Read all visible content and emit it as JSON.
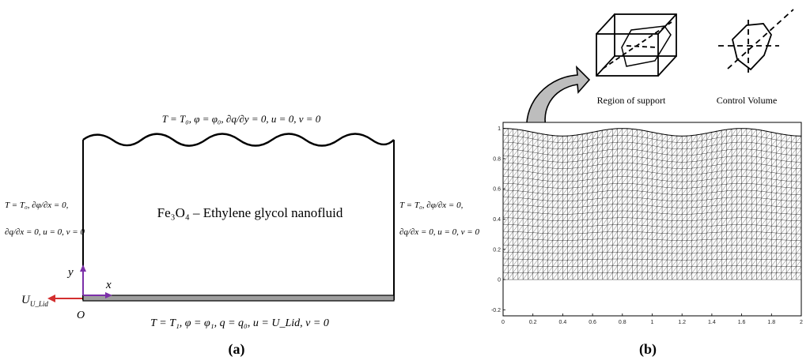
{
  "panel_a": {
    "top_bc": "T = T₀, φ = φ₀, ∂q/∂y = 0, u = 0, v = 0",
    "left_bc_1": "T = T₀, ∂φ/∂x = 0,",
    "left_bc_2": "∂q/∂x = 0, u = 0, v = 0",
    "right_bc_1": "T = T₀, ∂φ/∂x = 0,",
    "right_bc_2": "∂q/∂x = 0, u = 0, v = 0",
    "bottom_bc": "T = T₁, φ = φ₁, q = q₀, u = U_Lid, v = 0",
    "fluid_label": "Fe₃O₄ – Ethylene glycol nanofluid",
    "axis_y": "y",
    "axis_x": "x",
    "origin": "O",
    "lid_velocity": "U_Lid",
    "caption": "(a)"
  },
  "panel_b": {
    "region_label": "Region of support",
    "control_label": "Control Volume",
    "caption": "(b)",
    "x_ticks": [
      "0",
      "0.2",
      "0.4",
      "0.6",
      "0.8",
      "1",
      "1.2",
      "1.4",
      "1.6",
      "1.8",
      "2"
    ],
    "y_ticks": [
      "-0.2",
      "0",
      "0.2",
      "0.4",
      "0.6",
      "0.8",
      "1"
    ]
  },
  "colors": {
    "arrow_red": "#d32f2f",
    "axis_purple": "#7b2fa8",
    "lid_gray": "#9e9e9e"
  }
}
